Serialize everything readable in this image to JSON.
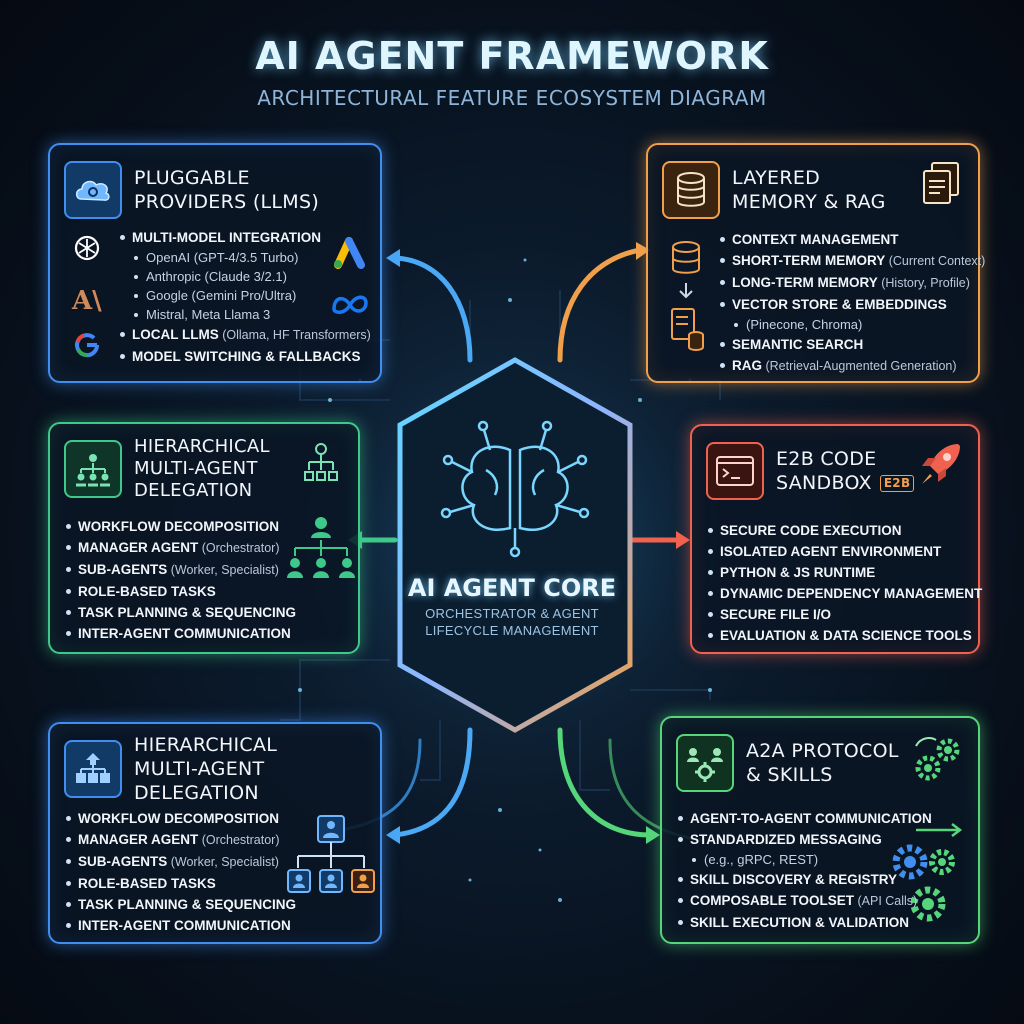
{
  "title": "AI AGENT FRAMEWORK",
  "subtitle": "ARCHITECTURAL FEATURE ECOSYSTEM DIAGRAM",
  "core": {
    "title": "AI AGENT CORE",
    "line1": "ORCHESTRATOR & AGENT",
    "line2": "LIFECYCLE MANAGEMENT"
  },
  "panels": {
    "providers": {
      "title_line1": "PLUGGABLE",
      "title_line2": "PROVIDERS (LLMs)",
      "items": [
        {
          "text": "MULTI-MODEL INTEGRATION",
          "note": ""
        },
        {
          "text": "OpenAI (GPT-4/3.5 Turbo)",
          "sub": true
        },
        {
          "text": "Anthropic (Claude 3/2.1)",
          "sub": true
        },
        {
          "text": "Google (Gemini Pro/Ultra)",
          "sub": true
        },
        {
          "text": "Mistral, Meta Llama 3",
          "sub": true
        },
        {
          "text": "LOCAL LLMS",
          "note": " (Ollama, HF Transformers)"
        },
        {
          "text": "MODEL SWITCHING & FALLBACKS",
          "note": ""
        }
      ],
      "logos": {
        "anthropic": "A\\"
      }
    },
    "memory": {
      "title_line1": "LAYERED",
      "title_line2": "MEMORY & RAG",
      "items": [
        {
          "text": "CONTEXT MANAGEMENT",
          "note": ""
        },
        {
          "text": "SHORT-TERM MEMORY",
          "note": " (Current Context)"
        },
        {
          "text": "LONG-TERM MEMORY",
          "note": " (History, Profile)"
        },
        {
          "text": "VECTOR STORE & EMBEDDINGS",
          "note": ""
        },
        {
          "text": "(Pinecone, Chroma)",
          "sub": true
        },
        {
          "text": "SEMANTIC SEARCH",
          "note": ""
        },
        {
          "text": "RAG",
          "note": " (Retrieval-Augmented Generation)"
        }
      ]
    },
    "delegation_top": {
      "title_line1": "HIERARCHICAL",
      "title_line2": "MULTI-AGENT",
      "title_line3": "DELEGATION",
      "items": [
        {
          "text": "WORKFLOW DECOMPOSITION",
          "note": ""
        },
        {
          "text": "MANAGER AGENT",
          "note": " (Orchestrator)"
        },
        {
          "text": "SUB-AGENTS",
          "note": " (Worker, Specialist)"
        },
        {
          "text": "ROLE-BASED TASKS",
          "note": ""
        },
        {
          "text": "TASK PLANNING & SEQUENCING",
          "note": ""
        },
        {
          "text": "INTER-AGENT COMMUNICATION",
          "note": ""
        }
      ]
    },
    "sandbox": {
      "title_line1": "E2B CODE",
      "title_line2": "SANDBOX",
      "badge": "E2B",
      "items": [
        {
          "text": "SECURE CODE EXECUTION",
          "note": ""
        },
        {
          "text": "ISOLATED AGENT ENVIRONMENT",
          "note": ""
        },
        {
          "text": "PYTHON & JS RUNTIME",
          "note": ""
        },
        {
          "text": "DYNAMIC DEPENDENCY MANAGEMENT",
          "note": ""
        },
        {
          "text": "SECURE FILE I/O",
          "note": ""
        },
        {
          "text": "EVALUATION & DATA SCIENCE TOOLS",
          "note": ""
        }
      ]
    },
    "delegation_bottom": {
      "title_line1": "HIERARCHICAL",
      "title_line2": "MULTI-AGENT DELEGATION",
      "items": [
        {
          "text": "WORKFLOW DECOMPOSITION",
          "note": ""
        },
        {
          "text": "MANAGER AGENT",
          "note": " (Orchestrator)"
        },
        {
          "text": "SUB-AGENTS",
          "note": " (Worker, Specialist)"
        },
        {
          "text": "ROLE-BASED TASKS",
          "note": ""
        },
        {
          "text": "TASK PLANNING & SEQUENCING",
          "note": ""
        },
        {
          "text": "INTER-AGENT COMMUNICATION",
          "note": ""
        }
      ]
    },
    "a2a": {
      "title_line1": "A2A PROTOCOL",
      "title_line2": "& SKILLS",
      "items": [
        {
          "text": "AGENT-TO-AGENT COMMUNICATION",
          "note": ""
        },
        {
          "text": "STANDARDIZED MESSAGING",
          "note": ""
        },
        {
          "text": "(e.g., gRPC, REST)",
          "sub": true
        },
        {
          "text": "SKILL DISCOVERY & REGISTRY",
          "note": ""
        },
        {
          "text": "COMPOSABLE TOOLSET",
          "note": " (API Calls)"
        },
        {
          "text": "SKILL EXECUTION & VALIDATION",
          "note": ""
        }
      ]
    }
  },
  "colors": {
    "blue": "#3f8ef0",
    "orange": "#f0a04b",
    "green": "#3ec98a",
    "red": "#f0624f",
    "lime": "#55d67a",
    "core_cyan": "#6fe3ff"
  }
}
